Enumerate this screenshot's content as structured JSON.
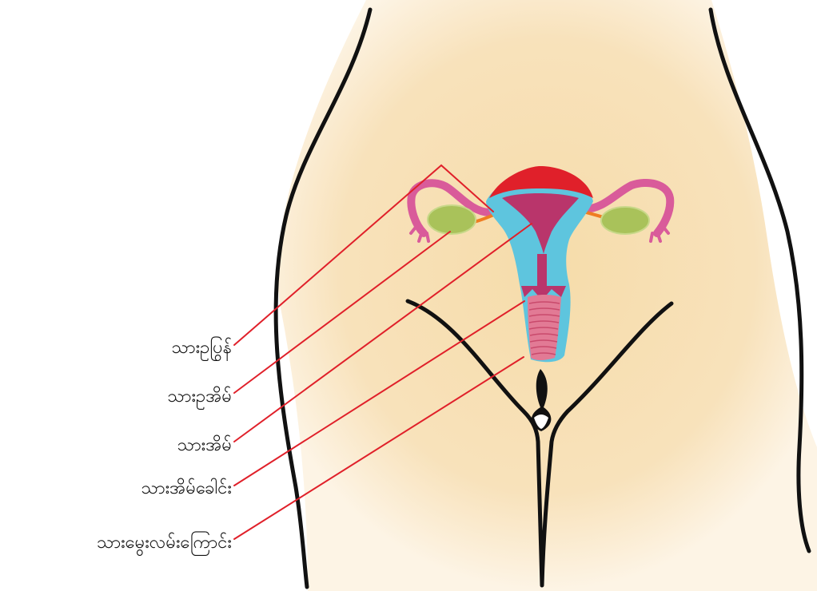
{
  "labels": [
    {
      "id": "fallopian-tube",
      "text": "သားဥပြွန်"
    },
    {
      "id": "ovary",
      "text": "သားဥအိမ်"
    },
    {
      "id": "uterus",
      "text": "သားအိမ်"
    },
    {
      "id": "cervix",
      "text": "သားအိမ်ခေါင်း"
    },
    {
      "id": "vagina",
      "text": "သားမွေးလမ်းကြောင်း"
    }
  ],
  "colors": {
    "skin": "#f7dfb2",
    "outline": "#111111",
    "leader_line": "#e0202a",
    "uterus_outer": "#5ec5de",
    "uterus_inner": "#b9356b",
    "uterus_top": "#e0202a",
    "tube": "#d95b9a",
    "tube_connector": "#ef7d22",
    "ovary": "#a9c25a",
    "vaginal_canal": "#e27a95"
  }
}
